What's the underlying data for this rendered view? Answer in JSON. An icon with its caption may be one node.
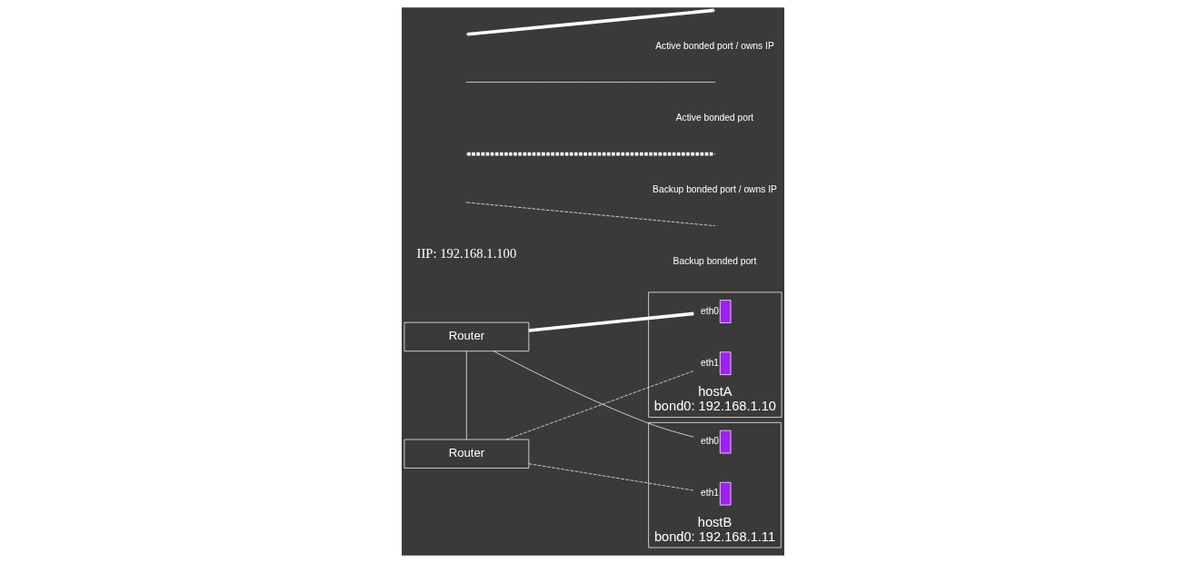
{
  "diagram": {
    "nodes": [
      {
        "text": [
          "Router"
        ]
      },
      {
        "text": [
          "Router"
        ]
      },
      {
        "text": [
          "hostA",
          "bond0: 192.168.1.10"
        ]
      },
      {
        "text": [],
        "shape": "bar",
        "beside": [
          "eth0"
        ],
        "in": 2
      },
      {
        "text": [],
        "shape": "bar",
        "beside": [
          "eth1"
        ],
        "in": 2
      },
      {
        "text": [
          "hostB",
          "bond0: 192.168.1.11"
        ]
      },
      {
        "text": [],
        "shape": "bar",
        "beside": [
          "eth0"
        ],
        "in": 5
      },
      {
        "text": [],
        "shape": "bar",
        "beside": [
          "eth1"
        ],
        "in": 5
      }
    ],
    "edges": [
      {
        "from": 0,
        "to": 3,
        "arrow": "none",
        "style": "thick"
      },
      {
        "from": 0,
        "to": 6,
        "arrow": "none"
      },
      {
        "from": 0,
        "to": 1,
        "arrow": "none"
      },
      {
        "from": 1,
        "to": 4,
        "arrow": "none",
        "style": "dashed"
      },
      {
        "from": 1,
        "to": 7,
        "arrow": "none",
        "style": "dashed"
      }
    ],
    "labels": [
      "IIP: 192.168.1.100"
    ],
    "legend": [
      {
        "text": "Active bonded port / owns IP"
      },
      {
        "text": "Active bonded port"
      },
      {
        "text": "Backup bonded port / owns IP"
      },
      {
        "text": "Backup bonded port"
      }
    ]
  }
}
